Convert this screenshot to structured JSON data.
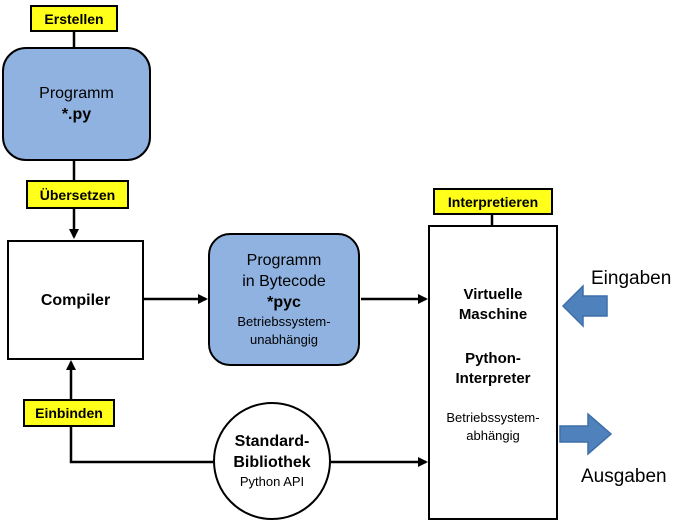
{
  "tags": {
    "create": "Erstellen",
    "translate": "Übersetzen",
    "interpret": "Interpretieren",
    "include": "Einbinden"
  },
  "program": {
    "line1": "Programm",
    "line2": "*.py"
  },
  "compiler": {
    "label": "Compiler"
  },
  "bytecode": {
    "line1": "Programm",
    "line2": "in Bytecode",
    "line3": "*pyc",
    "line4": "Betriebssystem-",
    "line5": "unabhängig"
  },
  "vm": {
    "line1": "Virtuelle",
    "line2": "Maschine",
    "line3": "Python-",
    "line4": "Interpreter",
    "line5": "Betriebssystem-",
    "line6": "abhängig"
  },
  "stdlib": {
    "line1": "Standard-",
    "line2": "Bibliothek",
    "line3": "Python API"
  },
  "io": {
    "inputs": "Eingaben",
    "outputs": "Ausgaben"
  },
  "colors": {
    "tag": "#ffff19",
    "box_blue": "#8fb2e0",
    "arrow_blue": "#4f81bd"
  }
}
